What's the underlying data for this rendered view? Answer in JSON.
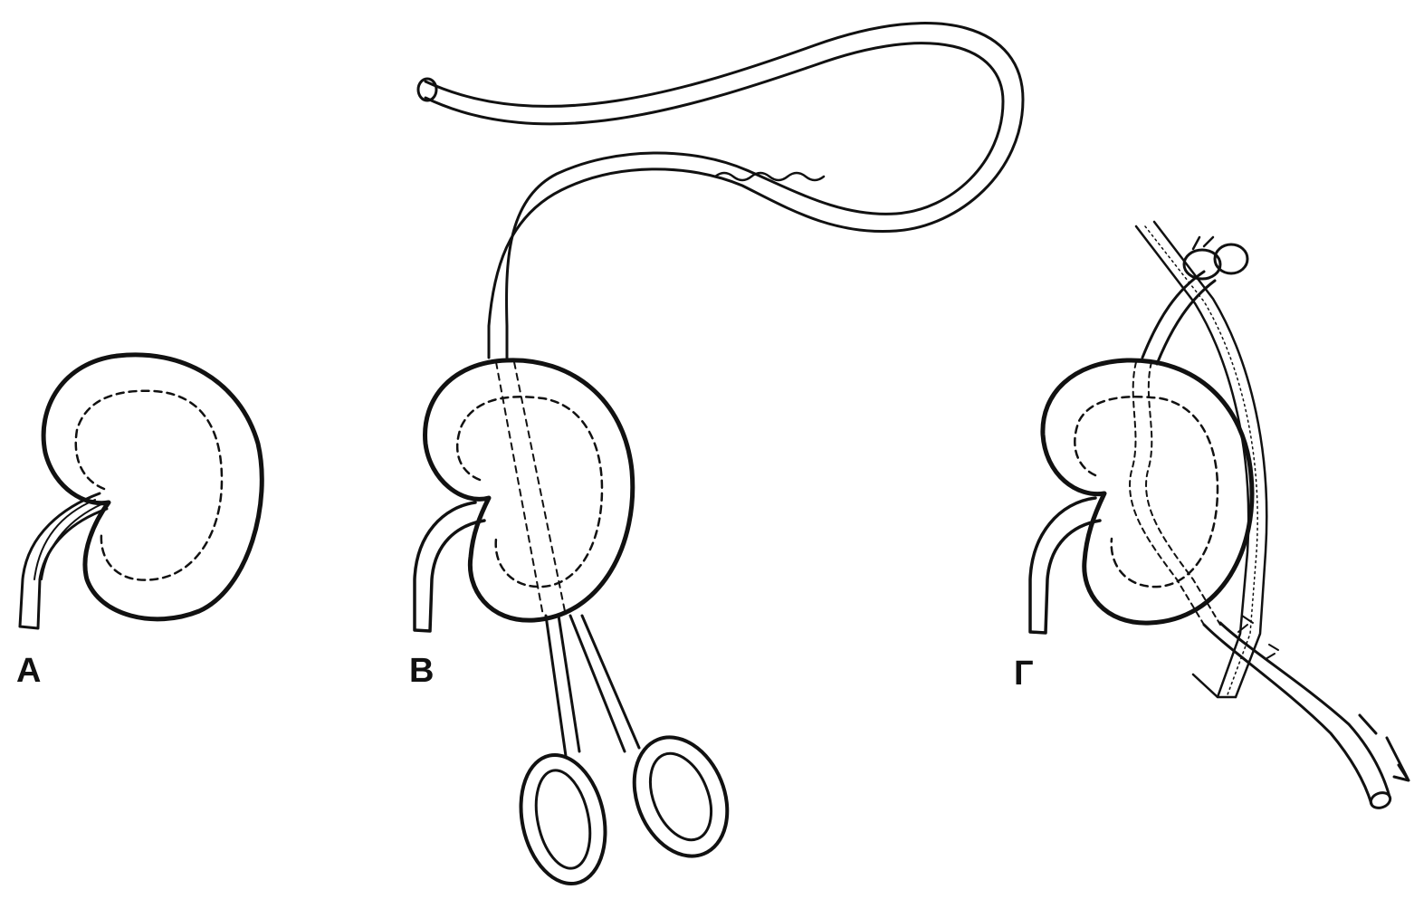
{
  "figure": {
    "panels": [
      {
        "id": "a",
        "label": "А"
      },
      {
        "id": "b",
        "label": "В"
      },
      {
        "id": "c",
        "label": "Г"
      }
    ]
  },
  "colors": {
    "ink": "#111111",
    "paper": "#ffffff"
  }
}
